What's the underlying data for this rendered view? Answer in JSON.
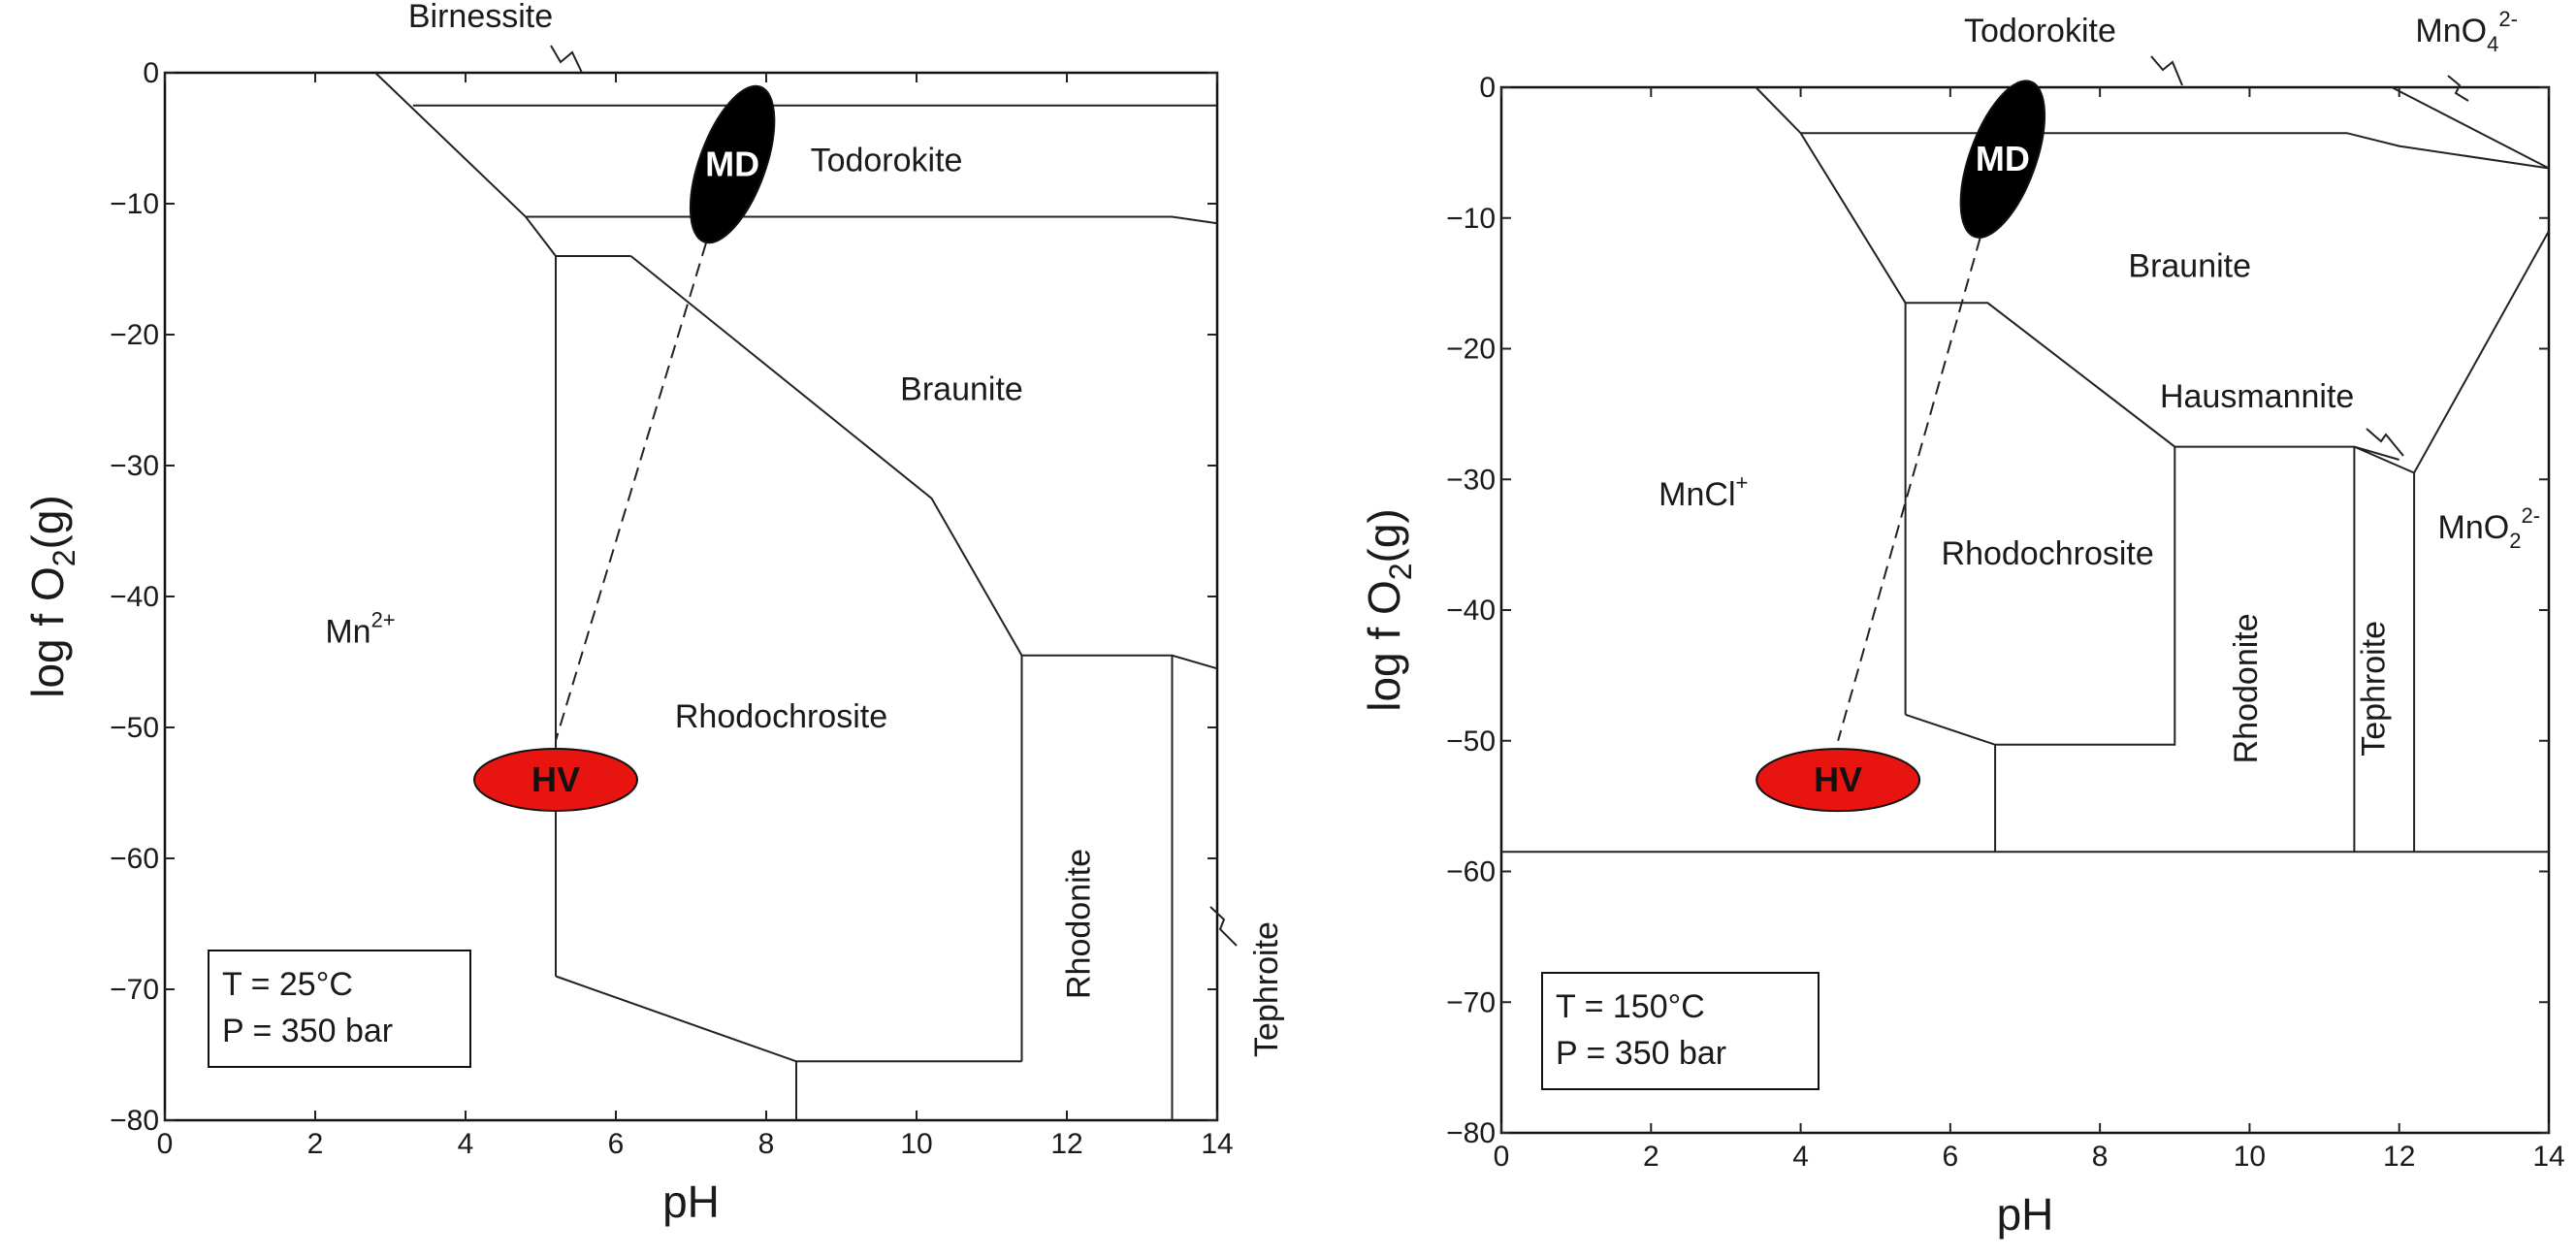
{
  "chart_data": [
    {
      "type": "diagram",
      "xlabel": "pH",
      "ylabel_parts": [
        "log f O",
        "2",
        "(g)"
      ],
      "xlim": [
        0,
        14
      ],
      "ylim": [
        -80,
        0
      ],
      "xticks": [
        "0",
        "2",
        "4",
        "6",
        "8",
        "10",
        "12",
        "14"
      ],
      "yticks": [
        "0",
        "−10",
        "−20",
        "−30",
        "−40",
        "−50",
        "−60",
        "−70",
        "−80"
      ],
      "conditions": [
        "T = 25°C",
        "P = 350 bar"
      ],
      "fields": [
        {
          "name": "Mn",
          "sup": "2+",
          "x": 2.6,
          "y": -43.5
        },
        {
          "name": "Todorokite",
          "x": 9.6,
          "y": -7.5
        },
        {
          "name": "Braunite",
          "x": 10.6,
          "y": -25
        },
        {
          "name": "Rhodochrosite",
          "x": 8.2,
          "y": -50
        },
        {
          "name": "Rhodonite",
          "x": 12.3,
          "y": -65,
          "rotated": true
        },
        {
          "name": "Tephroite",
          "x": 14.8,
          "y": -70,
          "rotated": true,
          "outside": true
        },
        {
          "name": "Birnessite",
          "x": 4.2,
          "y": 3.5,
          "outside": true
        }
      ],
      "boundaries": [
        [
          [
            2.8,
            0
          ],
          [
            4.8,
            -11
          ],
          [
            5.2,
            -14
          ]
        ],
        [
          [
            5.2,
            -14
          ],
          [
            5.2,
            -69
          ]
        ],
        [
          [
            5.2,
            -14
          ],
          [
            6.2,
            -14
          ]
        ],
        [
          [
            6.2,
            -14
          ],
          [
            10.2,
            -32.5
          ],
          [
            11.4,
            -44.5
          ]
        ],
        [
          [
            11.4,
            -44.5
          ],
          [
            13.4,
            -44.5
          ],
          [
            14,
            -45.5
          ]
        ],
        [
          [
            11.4,
            -44.5
          ],
          [
            11.4,
            -75.5
          ]
        ],
        [
          [
            5.2,
            -69
          ],
          [
            8.4,
            -75.5
          ],
          [
            11.4,
            -75.5
          ]
        ],
        [
          [
            8.4,
            -75.5
          ],
          [
            8.4,
            -80
          ]
        ],
        [
          [
            13.4,
            -44.5
          ],
          [
            13.4,
            -80
          ]
        ],
        [
          [
            4.8,
            -11
          ],
          [
            13.4,
            -11
          ],
          [
            14,
            -11.5
          ]
        ],
        [
          [
            3.3,
            -2.5
          ],
          [
            14,
            -2.5
          ]
        ]
      ],
      "markers": [
        {
          "name": "MD",
          "x": 7.55,
          "y": -7,
          "color": "#000000",
          "text_color": "#ffffff"
        },
        {
          "name": "HV",
          "x": 5.2,
          "y": -54,
          "color": "#e8140f",
          "text_color": "#111111"
        }
      ],
      "trend_line": [
        [
          7.2,
          -13
        ],
        [
          5.2,
          -51
        ]
      ]
    },
    {
      "type": "diagram",
      "xlabel": "pH",
      "ylabel_parts": [
        "log f O",
        "2",
        "(g)"
      ],
      "xlim": [
        0,
        14
      ],
      "ylim": [
        -80,
        0
      ],
      "xticks": [
        "0",
        "2",
        "4",
        "6",
        "8",
        "10",
        "12",
        "14"
      ],
      "yticks": [
        "0",
        "−10",
        "−20",
        "−30",
        "−40",
        "−50",
        "−60",
        "−70",
        "−80"
      ],
      "conditions": [
        "T = 150°C",
        "P = 350 bar"
      ],
      "fields": [
        {
          "name": "MnCl",
          "sup": "+",
          "x": 2.7,
          "y": -32
        },
        {
          "name": "Todorokite",
          "x": 7.2,
          "y": 3.5,
          "outside": true
        },
        {
          "name": "Braunite",
          "x": 9.2,
          "y": -14.5
        },
        {
          "name": "Hausmannite",
          "x": 10.1,
          "y": -24.5
        },
        {
          "name": "Rhodochrosite",
          "x": 7.3,
          "y": -36.5
        },
        {
          "name": "Rhodonite",
          "x": 10.1,
          "y": -46,
          "rotated": true
        },
        {
          "name": "Tephroite",
          "x": 11.8,
          "y": -46,
          "rotated": true
        },
        {
          "name": "MnO",
          "sub": "2",
          "sup": "2-",
          "x": 13.2,
          "y": -34.5
        },
        {
          "name": "MnO",
          "sub": "4",
          "sup": "2-",
          "x": 12.9,
          "y": 3.5,
          "outside": true
        }
      ],
      "boundaries": [
        [
          [
            3.4,
            0
          ],
          [
            4,
            -3.5
          ],
          [
            5.4,
            -16.5
          ]
        ],
        [
          [
            4,
            -3.5
          ],
          [
            11.3,
            -3.5
          ],
          [
            12,
            -4.5
          ],
          [
            14,
            -6.2
          ]
        ],
        [
          [
            5.4,
            -16.5
          ],
          [
            6.5,
            -16.5
          ],
          [
            9,
            -27.5
          ],
          [
            11.4,
            -27.5
          ],
          [
            12.2,
            -29.5
          ],
          [
            14,
            -11
          ]
        ],
        [
          [
            11.4,
            -27.5
          ],
          [
            12,
            -28.5
          ]
        ],
        [
          [
            5.4,
            -16.5
          ],
          [
            5.4,
            -48
          ]
        ],
        [
          [
            5.4,
            -48
          ],
          [
            6.6,
            -50.3
          ],
          [
            9,
            -50.3
          ],
          [
            9,
            -27.5
          ]
        ],
        [
          [
            6.6,
            -50.3
          ],
          [
            6.6,
            -58.5
          ]
        ],
        [
          [
            11.4,
            -27.5
          ],
          [
            11.4,
            -58.5
          ]
        ],
        [
          [
            12.2,
            -29.5
          ],
          [
            12.2,
            -58.5
          ]
        ],
        [
          [
            0,
            -58.5
          ],
          [
            14,
            -58.5
          ]
        ],
        [
          [
            11.9,
            0
          ],
          [
            14,
            -6.2
          ]
        ]
      ],
      "markers": [
        {
          "name": "MD",
          "x": 6.7,
          "y": -5.5,
          "color": "#000000",
          "text_color": "#ffffff"
        },
        {
          "name": "HV",
          "x": 4.5,
          "y": -53,
          "color": "#e8140f",
          "text_color": "#111111"
        }
      ],
      "trend_line": [
        [
          6.4,
          -11.5
        ],
        [
          4.5,
          -50
        ]
      ]
    }
  ]
}
